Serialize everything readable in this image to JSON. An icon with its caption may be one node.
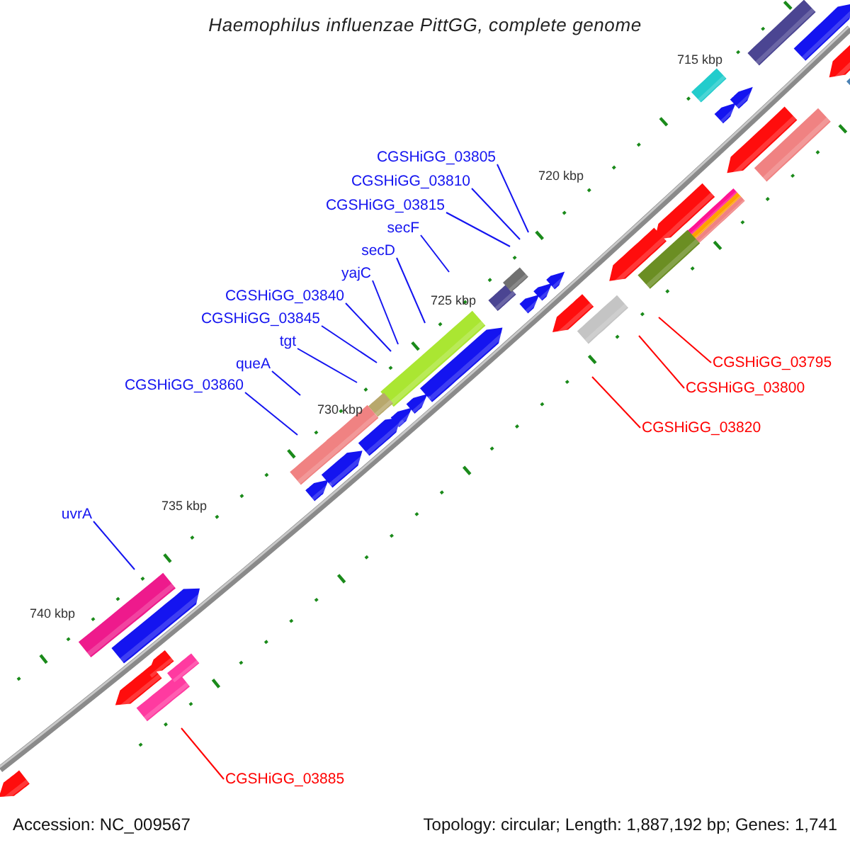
{
  "diagram": {
    "title": "Haemophilus influenzae PittGG, complete genome",
    "nodes": [
      {
        "text": [
          "CGSHiGG_03805"
        ]
      },
      {
        "text": [
          "CGSHiGG_03810"
        ]
      },
      {
        "text": [
          "CGSHiGG_03815"
        ]
      },
      {
        "text": [
          "secF"
        ]
      },
      {
        "text": [
          "secD"
        ]
      },
      {
        "text": [
          "yajC"
        ]
      },
      {
        "text": [
          "CGSHiGG_03840"
        ]
      },
      {
        "text": [
          "CGSHiGG_03845"
        ]
      },
      {
        "text": [
          "tgt"
        ]
      },
      {
        "text": [
          "CGSHiGG_03795"
        ]
      },
      {
        "text": [
          "queA"
        ]
      },
      {
        "text": [
          "CGSHiGG_03800"
        ]
      },
      {
        "text": [
          "CGSHiGG_03860"
        ]
      },
      {
        "text": [
          "CGSHiGG_03820"
        ]
      },
      {
        "text": [
          "uvrA"
        ]
      },
      {
        "text": [
          "CGSHiGG_03885"
        ]
      }
    ],
    "edges": [
      {
        "from": 0,
        "to": null,
        "arrow": "none"
      },
      {
        "from": 1,
        "to": null,
        "arrow": "none"
      },
      {
        "from": 2,
        "to": null,
        "arrow": "none"
      },
      {
        "from": 3,
        "to": null,
        "arrow": "none"
      },
      {
        "from": 4,
        "to": null,
        "arrow": "none"
      },
      {
        "from": 5,
        "to": null,
        "arrow": "none"
      },
      {
        "from": 6,
        "to": null,
        "arrow": "none"
      },
      {
        "from": 7,
        "to": null,
        "arrow": "none"
      },
      {
        "from": 8,
        "to": null,
        "arrow": "none"
      },
      {
        "from": 9,
        "to": null,
        "arrow": "none",
        "color": "#ff0000"
      },
      {
        "from": 10,
        "to": null,
        "arrow": "none"
      },
      {
        "from": 11,
        "to": null,
        "arrow": "none",
        "color": "#ff0000"
      },
      {
        "from": 12,
        "to": null,
        "arrow": "none"
      },
      {
        "from": 13,
        "to": null,
        "arrow": "none",
        "color": "#ff0000"
      },
      {
        "from": 14,
        "to": null,
        "arrow": "none"
      },
      {
        "from": 15,
        "to": null,
        "arrow": "none",
        "color": "#ff0000"
      }
    ],
    "labels": [
      "715 kbp",
      "720 kbp",
      "725 kbp",
      "730 kbp",
      "735 kbp",
      "740 kbp",
      "Accession: NC_009567",
      "Topology: circular; Length: 1,887,192 bp; Genes: 1,741"
    ]
  }
}
